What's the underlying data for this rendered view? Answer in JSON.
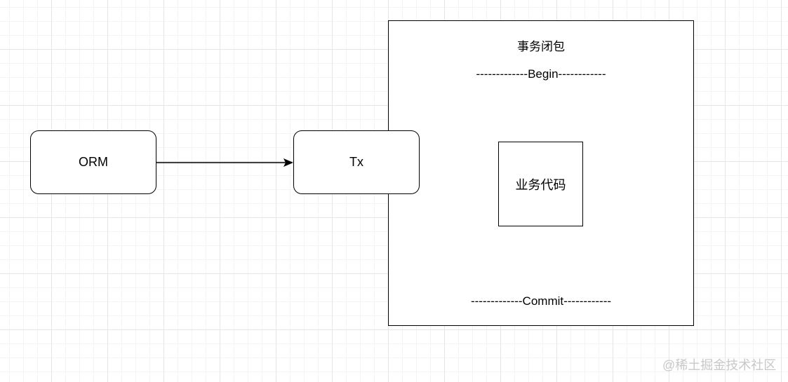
{
  "diagram": {
    "nodes": {
      "orm": {
        "label": "ORM"
      },
      "tx": {
        "label": "Tx"
      },
      "closure": {
        "title": "事务闭包",
        "begin": "-------------Begin------------",
        "commit": "-------------Commit------------"
      },
      "business": {
        "label": "业务代码"
      }
    },
    "edges": [
      {
        "from": "orm",
        "to": "tx"
      }
    ]
  },
  "watermark": {
    "text": "@稀土掘金技术社区"
  }
}
